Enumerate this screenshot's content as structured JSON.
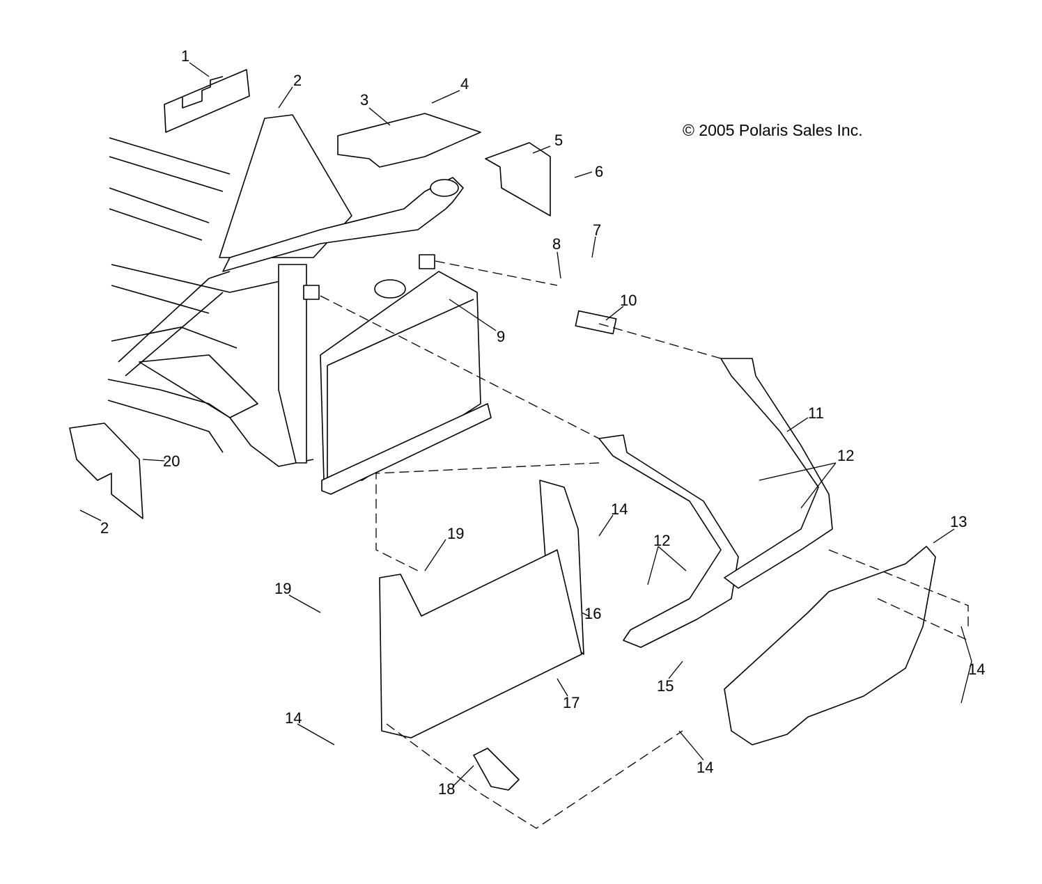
{
  "diagram": {
    "copyright": "© 2005 Polaris Sales Inc.",
    "callouts": [
      "1",
      "2",
      "3",
      "4",
      "5",
      "6",
      "7",
      "8",
      "9",
      "10",
      "11",
      "12",
      "12",
      "13",
      "14",
      "14",
      "14",
      "14",
      "15",
      "16",
      "17",
      "18",
      "19",
      "19",
      "20",
      "2"
    ]
  }
}
